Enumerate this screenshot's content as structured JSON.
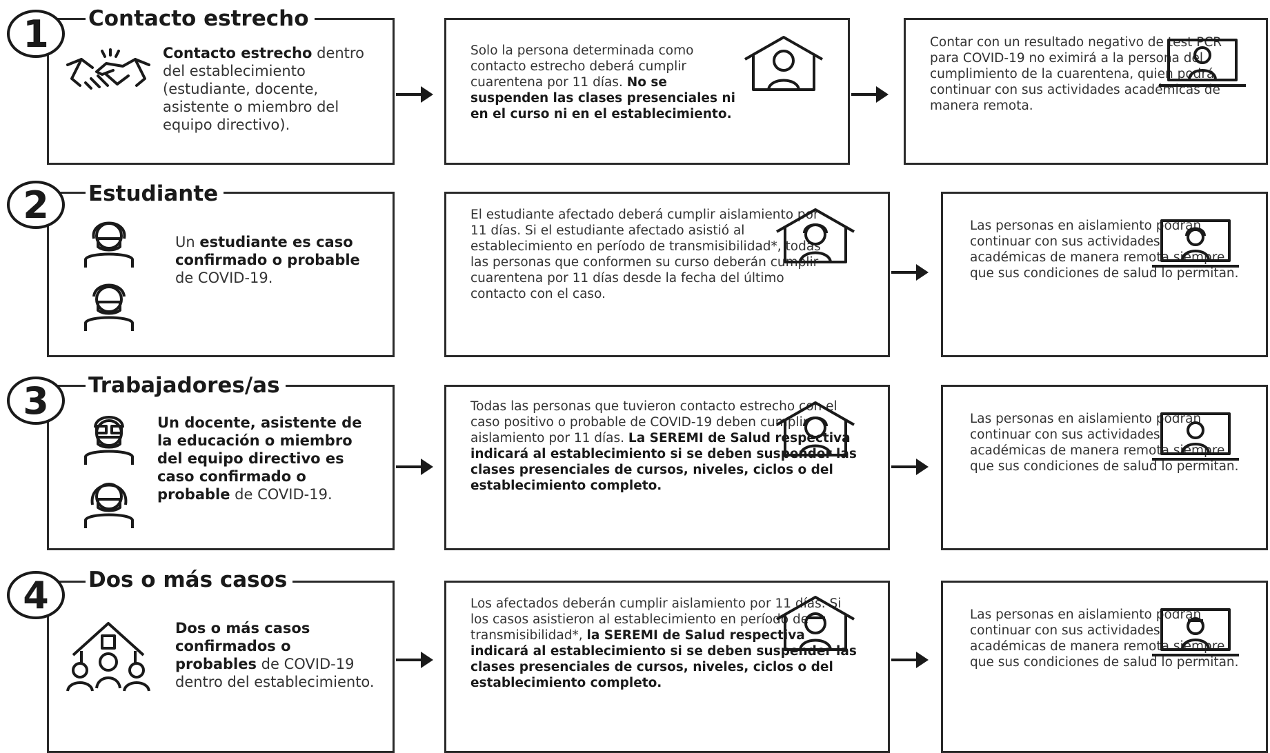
{
  "rows": [
    {
      "number": "1",
      "title": "Contacto estrecho",
      "lead": {
        "b1": "Contacto estrecho",
        "t1": " dentro del establecimiento (estudiante, docente, asistente o miembro del equipo directivo)."
      },
      "mid": {
        "t1": "Solo la persona determinada como contacto estrecho deberá cumplir cuarentena por 11 días. ",
        "b1": "No se suspenden las clases presenciales ni en el curso ni en el establecimiento."
      },
      "right": {
        "t1": "Contar con un resultado negativo de test PCR para COVID-19 no eximirá a la persona del cumplimiento de la cuarentena, quien podrá continuar con sus actividades académicas de manera remota."
      }
    },
    {
      "number": "2",
      "title": "Estudiante",
      "lead": {
        "t0": "Un ",
        "b1": "estudiante es caso confirmado o probable",
        "t1": " de COVID-19."
      },
      "mid": {
        "t1": "El estudiante afectado deberá cumplir aislamiento por 11 días. Si el estudiante afectado asistió al establecimiento en período de transmisibilidad*, todas las personas que conformen su curso deberán cumplir cuarentena por 11 días desde la fecha del último contacto con el caso."
      },
      "right": {
        "t1": "Las personas en aislamiento podrán continuar con sus actividades académicas de manera remota siempre que sus condiciones de salud lo permitan."
      }
    },
    {
      "number": "3",
      "title": "Trabajadores/as",
      "lead": {
        "b1": "Un docente, asistente de la educación o miembro del equipo directivo es caso confirmado o probable",
        "t1": " de COVID-19."
      },
      "mid": {
        "t1": "Todas las personas que tuvieron contacto estrecho con el caso positivo o probable de COVID-19 deben cumplir aislamiento por 11 días. ",
        "b1": "La SEREMI de Salud respectiva indicará al establecimiento si se deben suspender las clases presenciales de cursos, niveles, ciclos o del establecimiento completo."
      },
      "right": {
        "t1": "Las personas en aislamiento podrán continuar con sus actividades académicas de manera remota siempre que sus condiciones de salud lo permitan."
      }
    },
    {
      "number": "4",
      "title": "Dos o más casos",
      "lead": {
        "b1": "Dos o más casos confirmados o probables",
        "t1": " de COVID-19 dentro del establecimiento."
      },
      "mid": {
        "t1": "Los afectados deberán cumplir aislamiento por 11 días. Si los casos asistieron al establecimiento en período de transmisibilidad*, ",
        "b1": "la SEREMI de Salud respectiva indicará al establecimiento si se deben suspender las clases presenciales de cursos, niveles, ciclos o del establecimiento completo."
      },
      "right": {
        "t1": "Las personas en aislamiento podrán continuar con sus actividades académicas de manera remota siempre que sus condiciones de salud lo permitan."
      }
    }
  ],
  "icons": {
    "row1": [
      "handshake-icon",
      "person-at-home-icon",
      "person-on-laptop-icon"
    ],
    "row2": [
      "student-masked-icon",
      "student-masked-icon",
      "person-at-home-icon",
      "person-on-laptop-icon"
    ],
    "row3": [
      "worker-masked-icon",
      "worker-masked-icon",
      "person-at-home-icon",
      "person-on-laptop-icon"
    ],
    "row4": [
      "school-group-icon",
      "person-at-home-icon",
      "person-on-laptop-icon"
    ]
  },
  "colors": {
    "ink": "#1a1a1a",
    "text": "#333333",
    "background": "#ffffff"
  }
}
